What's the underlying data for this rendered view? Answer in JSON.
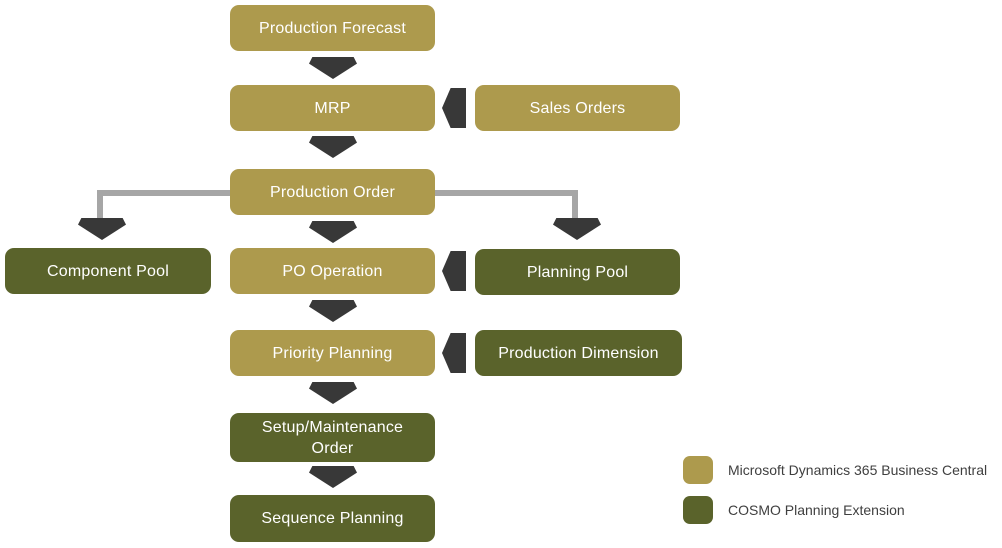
{
  "nodes": [
    {
      "id": "production-forecast",
      "label": "Production Forecast",
      "system": "bc"
    },
    {
      "id": "mrp",
      "label": "MRP",
      "system": "bc"
    },
    {
      "id": "sales-orders",
      "label": "Sales Orders",
      "system": "bc"
    },
    {
      "id": "production-order",
      "label": "Production Order",
      "system": "bc"
    },
    {
      "id": "component-pool",
      "label": "Component Pool",
      "system": "cosmo"
    },
    {
      "id": "po-operation",
      "label": "PO Operation",
      "system": "bc"
    },
    {
      "id": "planning-pool",
      "label": "Planning Pool",
      "system": "cosmo"
    },
    {
      "id": "priority-planning",
      "label": "Priority Planning",
      "system": "bc"
    },
    {
      "id": "production-dimension",
      "label": "Production Dimension",
      "system": "cosmo"
    },
    {
      "id": "setup-maintenance-order",
      "label": "Setup/Maintenance Order",
      "system": "cosmo"
    },
    {
      "id": "sequence-planning",
      "label": "Sequence Planning",
      "system": "cosmo"
    }
  ],
  "legend": {
    "items": [
      {
        "label": "Microsoft Dynamics 365 Business Central",
        "color": "#AD9A4D"
      },
      {
        "label": "COSMO Planning Extension",
        "color": "#5A632B"
      }
    ]
  },
  "colors": {
    "bc": "#AD9A4D",
    "cosmo": "#5A632B",
    "arrow": "#383838",
    "connector": "#A6A6A6",
    "node_text": "#FFFFFF",
    "legend_text": "#3F3F3F"
  }
}
